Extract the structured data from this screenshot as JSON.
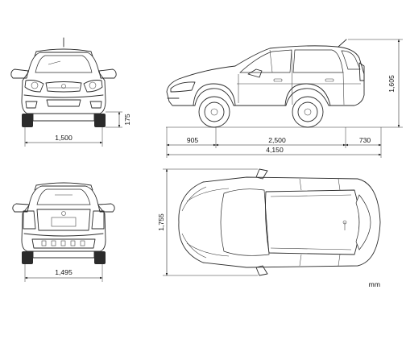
{
  "diagram": {
    "unit": "mm",
    "dimensions": {
      "front_track": "1,500",
      "rear_track": "1,495",
      "ground_clearance": "175",
      "overall_height": "1,605",
      "front_overhang": "905",
      "wheelbase": "2,500",
      "rear_overhang": "730",
      "overall_length": "4,150",
      "overall_width": "1,755"
    }
  }
}
